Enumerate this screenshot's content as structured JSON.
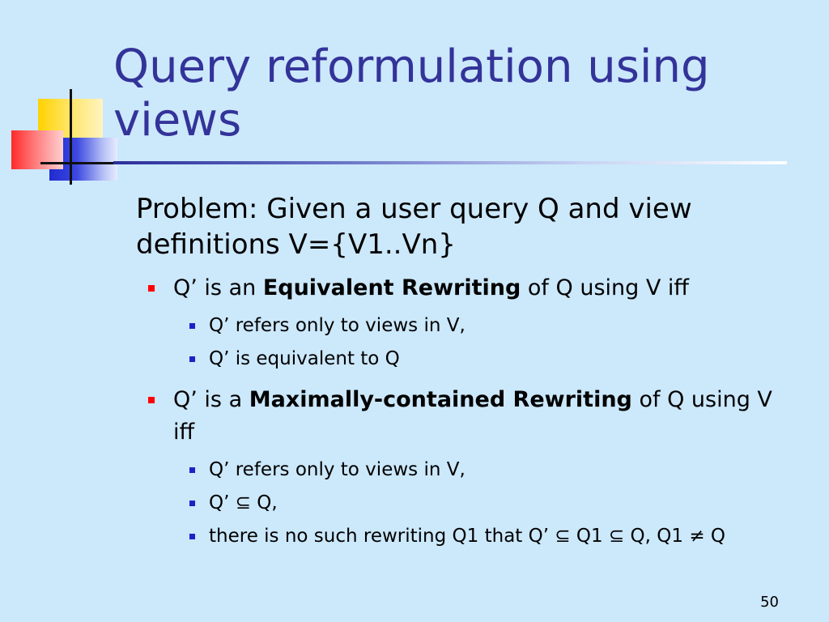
{
  "slide": {
    "title": "Query reformulation using views",
    "problem": "Problem: Given a user query Q and view definitions V={V1..Vn}",
    "equivalent": {
      "pre": "Q’ is an ",
      "bold": "Equivalent Rewriting",
      "post": " of Q using V iff",
      "items": [
        "Q’ refers only to views in V,",
        "Q’ is equivalent to Q"
      ]
    },
    "maximal": {
      "pre": "Q’ is a ",
      "bold": "Maximally-contained Rewriting",
      "post": " of Q using V iff",
      "items": [
        "Q’ refers only to views in V,",
        "Q’ ⊆ Q,",
        "there is no such rewriting Q1 that Q’ ⊆ Q1 ⊆ Q, Q1 ≠ Q"
      ]
    },
    "page_number": "50"
  },
  "colors": {
    "background": "#cce8fb",
    "title": "#333399",
    "level1_bullet": "#ff0000",
    "level2_bullet": "#1a23c8"
  }
}
